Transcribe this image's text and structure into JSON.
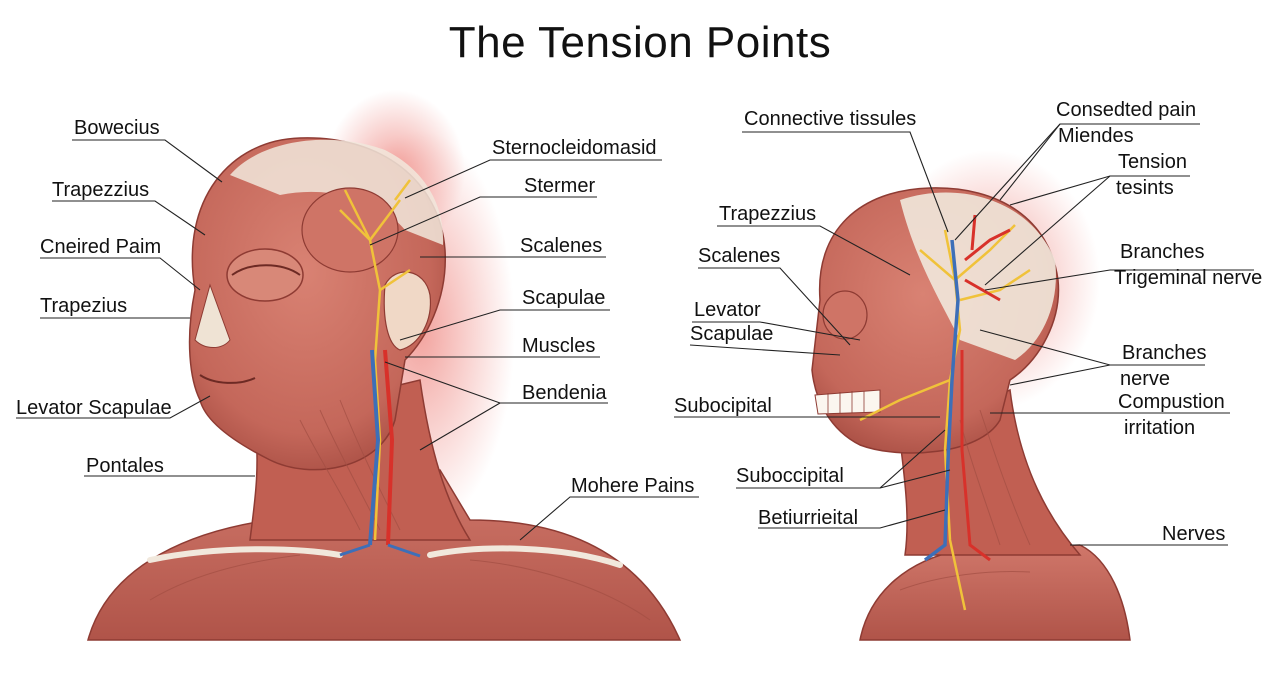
{
  "title": "The Tension Points",
  "colors": {
    "muscle": "#c4675a",
    "muscle_dark": "#8e3b33",
    "muscle_light": "#e7a99b",
    "bone": "#f1e8dc",
    "nerve_yellow": "#f0c23a",
    "artery": "#d8312a",
    "vein": "#3d6fb8",
    "pain_glow": "#e8574e"
  },
  "left_labels": {
    "bowecius": "Bowecius",
    "trapezzius": "Trapezzius",
    "cneired_paim": "Cneired Paim",
    "trapezius": "Trapezius",
    "levator_scapulae": "Levator Scapulae",
    "pontales": "Pontales",
    "sternocleidomasid": "Sternocleidomasid",
    "stermer": "Stermer",
    "scalenes": "Scalenes",
    "scapulae": "Scapulae",
    "muscles": "Muscles",
    "bendenia": "Bendenia",
    "mohere_pains": "Mohere Pains"
  },
  "right_labels": {
    "connective_tissules": "Connective tissules",
    "consedted_pain": "Consedted pain",
    "miendes": "Miendes",
    "tension": "Tension",
    "tesints": "tesints",
    "trapezzius": "Trapezzius",
    "scalenes": "Scalenes",
    "levator": "Levator",
    "scapulae": "Scapulae",
    "branches_1": "Branches",
    "trigeminal_nerve": "Trigeminal nerve",
    "branches_2": "Branches",
    "nerve": "nerve",
    "compustion": "Compustion",
    "irritation": "irritation",
    "subocipital": "Subocipital",
    "suboccipital": "Suboccipital",
    "betiurrieital": "Betiurrieital",
    "nerves": "Nerves"
  }
}
